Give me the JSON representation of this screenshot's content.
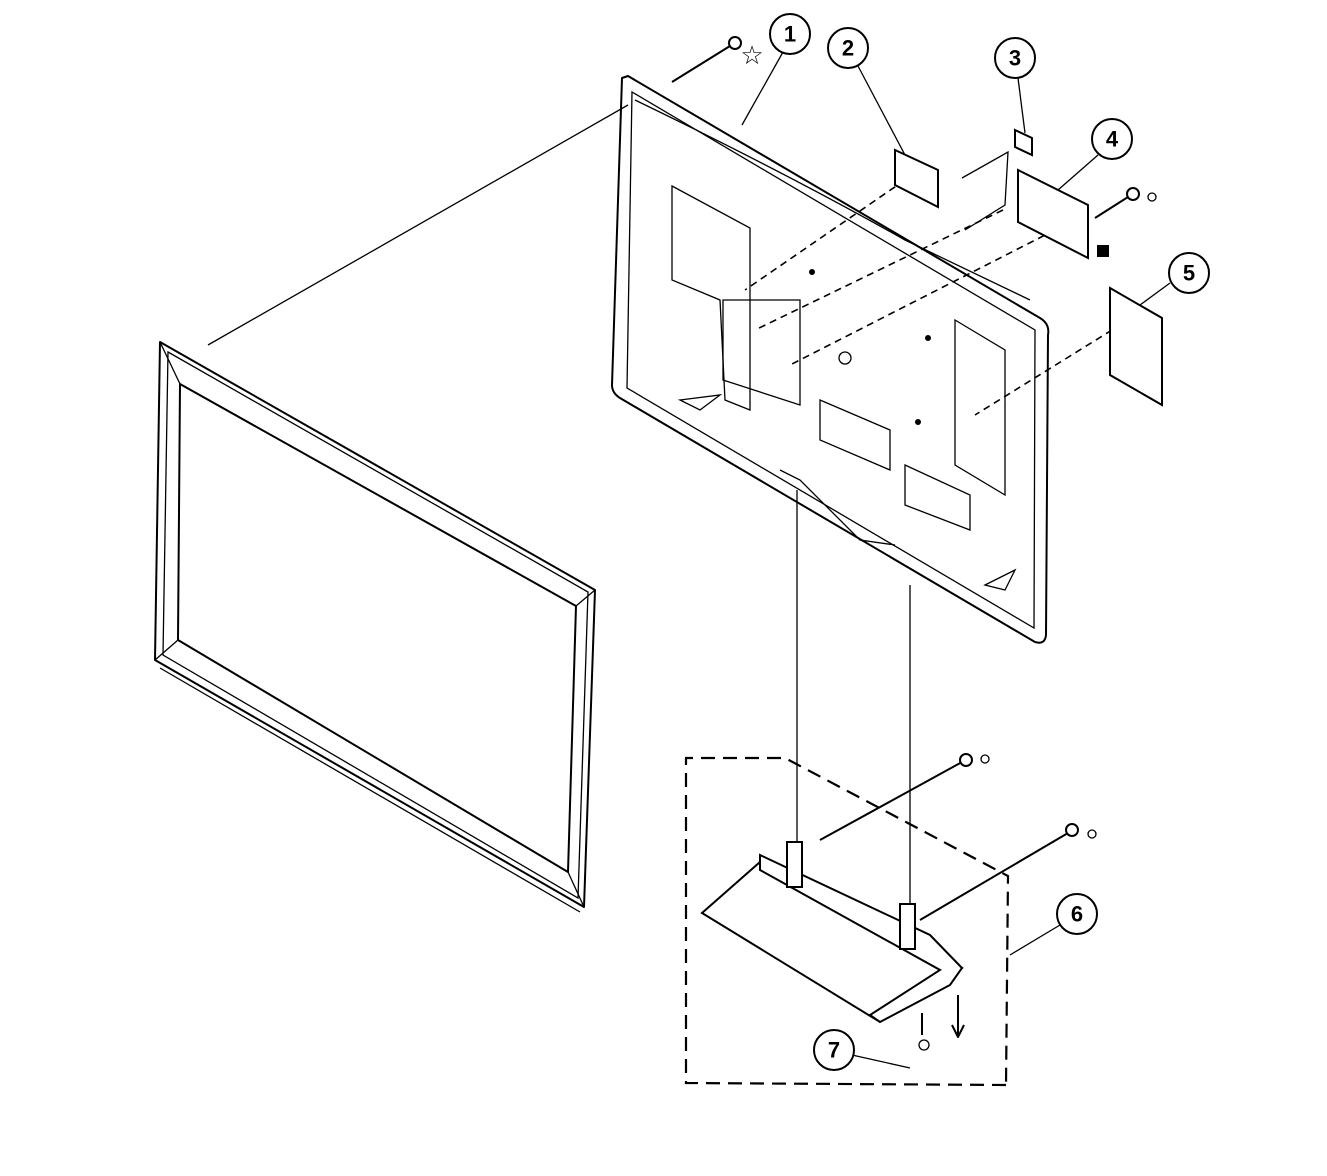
{
  "diagram": {
    "type": "exploded parts diagram",
    "callouts": [
      {
        "label": "1"
      },
      {
        "label": "2"
      },
      {
        "label": "3"
      },
      {
        "label": "4"
      },
      {
        "label": "5"
      },
      {
        "label": "6"
      },
      {
        "label": "7"
      }
    ],
    "symbols": {
      "star": "☆"
    }
  }
}
